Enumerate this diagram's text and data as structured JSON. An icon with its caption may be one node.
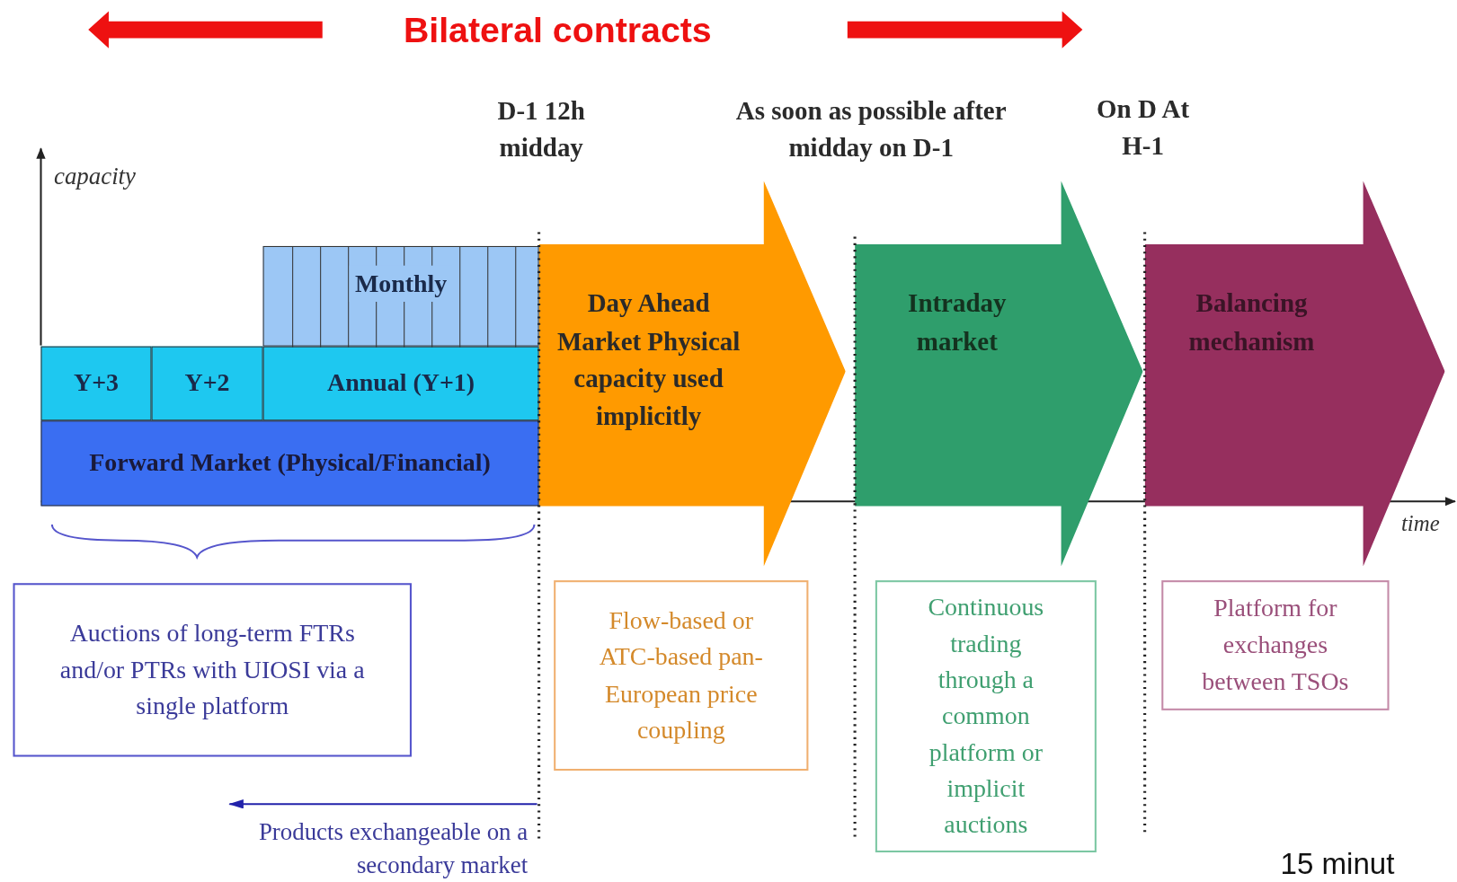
{
  "diagram": {
    "nodes": [
      {
        "text": [
          "Y+3"
        ]
      },
      {
        "text": [
          "Y+2"
        ]
      },
      {
        "text": [
          "Annual (Y+1)"
        ]
      },
      {
        "text": [
          "Monthly"
        ]
      },
      {
        "text": [
          "Forward Market (Physical/Financial)"
        ]
      },
      {
        "text": [
          "Day Ahead Market Physical capacity used implicitly"
        ]
      },
      {
        "text": [
          "Intraday market"
        ]
      },
      {
        "text": [
          "Balancing mechanism"
        ]
      },
      {
        "text": [
          "Auctions of long-term FTRs and/or PTRs with UIOSI via a single platform"
        ]
      },
      {
        "text": [
          "Flow-based or ATC-based pan-European price coupling"
        ]
      },
      {
        "text": [
          "Continuous trading through a common platform or implicit auctions"
        ]
      },
      {
        "text": [
          "Platform for exchanges between TSOs"
        ]
      }
    ],
    "edges": [],
    "labels": [
      "Bilateral contracts",
      "D-1 12h midday",
      "As soon as possible after midday on D-1",
      "On D At H-1",
      "capacity",
      "time",
      "Products exchangeable on a secondary market",
      "15 minut"
    ]
  }
}
